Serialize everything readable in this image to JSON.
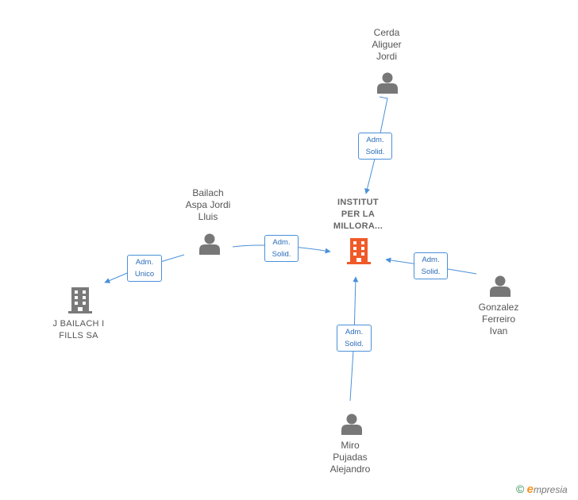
{
  "colors": {
    "edge": "#4a90d9",
    "person": "#777777",
    "company": "#7a7a7a",
    "main_company": "#f05a28"
  },
  "nodes": {
    "cerda": {
      "lines": [
        "Cerda",
        "Aliguer",
        "Jordi"
      ],
      "icon": "person-icon"
    },
    "bailach": {
      "lines": [
        "Bailach",
        "Aspa Jordi",
        "Lluis"
      ],
      "icon": "person-icon"
    },
    "gonzalez": {
      "lines": [
        "Gonzalez",
        "Ferreiro",
        "Ivan"
      ],
      "icon": "person-icon"
    },
    "miro": {
      "lines": [
        "Miro",
        "Pujadas",
        "Alejandro"
      ],
      "icon": "person-icon"
    },
    "institut": {
      "lines": [
        "INSTITUT",
        "PER LA",
        "MILLORA..."
      ],
      "icon": "building-icon"
    },
    "jbailach": {
      "lines": [
        "J BAILACH I",
        "FILLS SA"
      ],
      "icon": "building-icon"
    }
  },
  "edges": {
    "cerda_institut": [
      "Adm.",
      "Solid."
    ],
    "bailach_jbailach": [
      "Adm.",
      "Unico"
    ],
    "bailach_institut": [
      "Adm.",
      "Solid."
    ],
    "gonzalez_institut": [
      "Adm.",
      "Solid."
    ],
    "miro_institut": [
      "Adm.",
      "Solid."
    ]
  },
  "footer": {
    "copyright_symbol": "©",
    "brand_initial": "e",
    "brand_rest": "mpresia"
  }
}
